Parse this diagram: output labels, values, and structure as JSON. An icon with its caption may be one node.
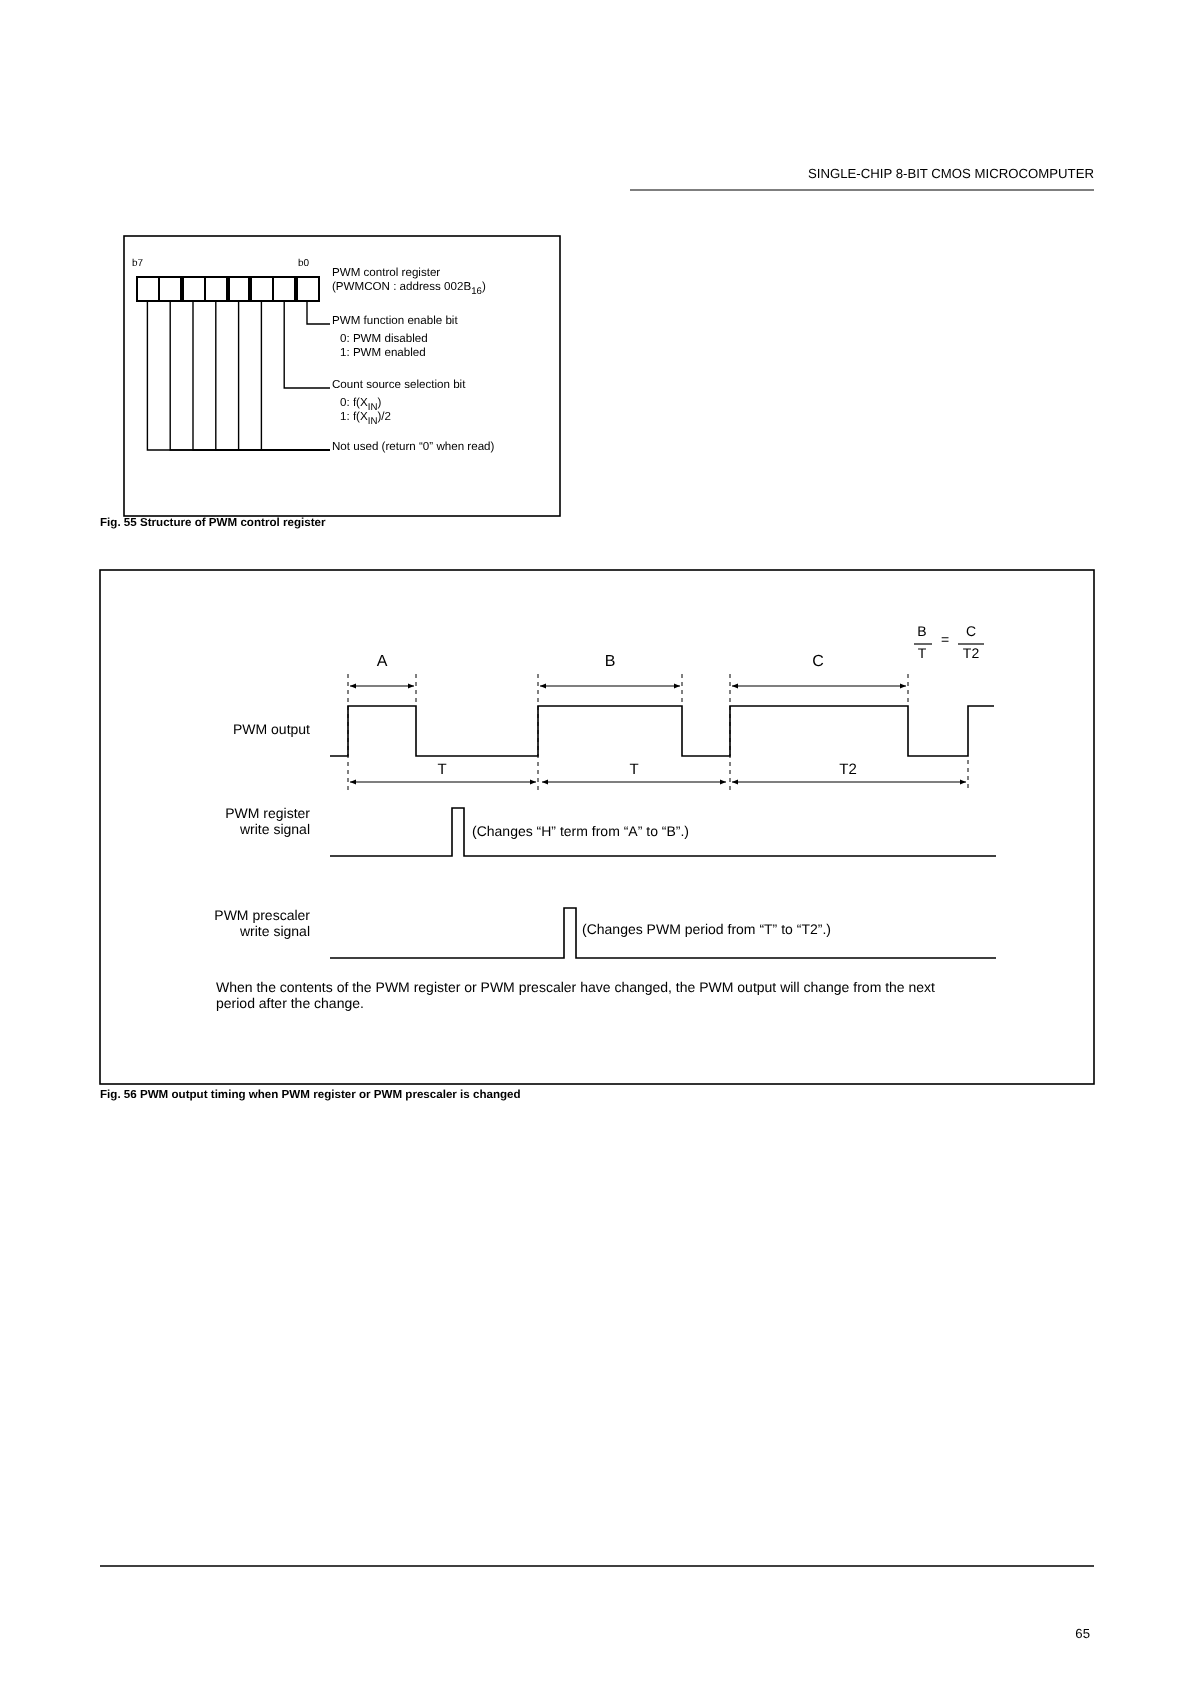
{
  "diagram": {
    "nodes": [
      {
        "text": [],
        "shape": "box"
      },
      {
        "text": [],
        "shape": "box"
      },
      {
        "text": [],
        "shape": "box"
      },
      {
        "text": [],
        "shape": "box"
      },
      {
        "text": [],
        "shape": "box"
      },
      {
        "text": [],
        "shape": "box"
      },
      {
        "text": [],
        "shape": "box"
      },
      {
        "text": [],
        "shape": "box"
      },
      {
        "text": [
          "PWM function enable bit",
          "0: PWM disabled",
          "1: PWM enabled"
        ]
      },
      {
        "text": [
          "Count source selection bit",
          "0: f(X$_{IN}$)",
          "1: f(X$_{IN}$)/2"
        ]
      },
      {
        "text": [
          "Not used (return “0” when read)"
        ]
      }
    ],
    "edges": [
      {
        "from": 7,
        "to": 8,
        "arrow": "none"
      },
      {
        "from": 6,
        "to": 9,
        "arrow": "none"
      },
      {
        "from": 0,
        "to": 10,
        "arrow": "none"
      },
      {
        "from": 1,
        "to": 10,
        "arrow": "none"
      },
      {
        "from": 2,
        "to": 10,
        "arrow": "none"
      },
      {
        "from": 3,
        "to": 10,
        "arrow": "none"
      },
      {
        "from": 4,
        "to": 10,
        "arrow": "none"
      },
      {
        "from": 5,
        "to": 10,
        "arrow": "none"
      }
    ],
    "labels": [
      "SINGLE-CHIP 8-BIT CMOS MICROCOMPUTER",
      "b7",
      "b0",
      "PWM control register",
      "(PWMCON : address 002B$_{16}$)",
      "Fig. 55 Structure of PWM control register",
      "A",
      "B",
      "C",
      "B",
      "T",
      "=",
      "C",
      "T2",
      "PWM output",
      "T",
      "T",
      "T2",
      "PWM register write signal",
      "(Changes “H” term from “A” to “B”.)",
      "PWM prescaler write signal",
      "(Changes PWM period from “T” to “T2”.)",
      "When the contents of the PWM register or PWM prescaler have changed, the PWM output will change from the next period after the change.",
      "Fig. 56 PWM output timing when PWM register or PWM prescaler is changed",
      "65"
    ]
  }
}
